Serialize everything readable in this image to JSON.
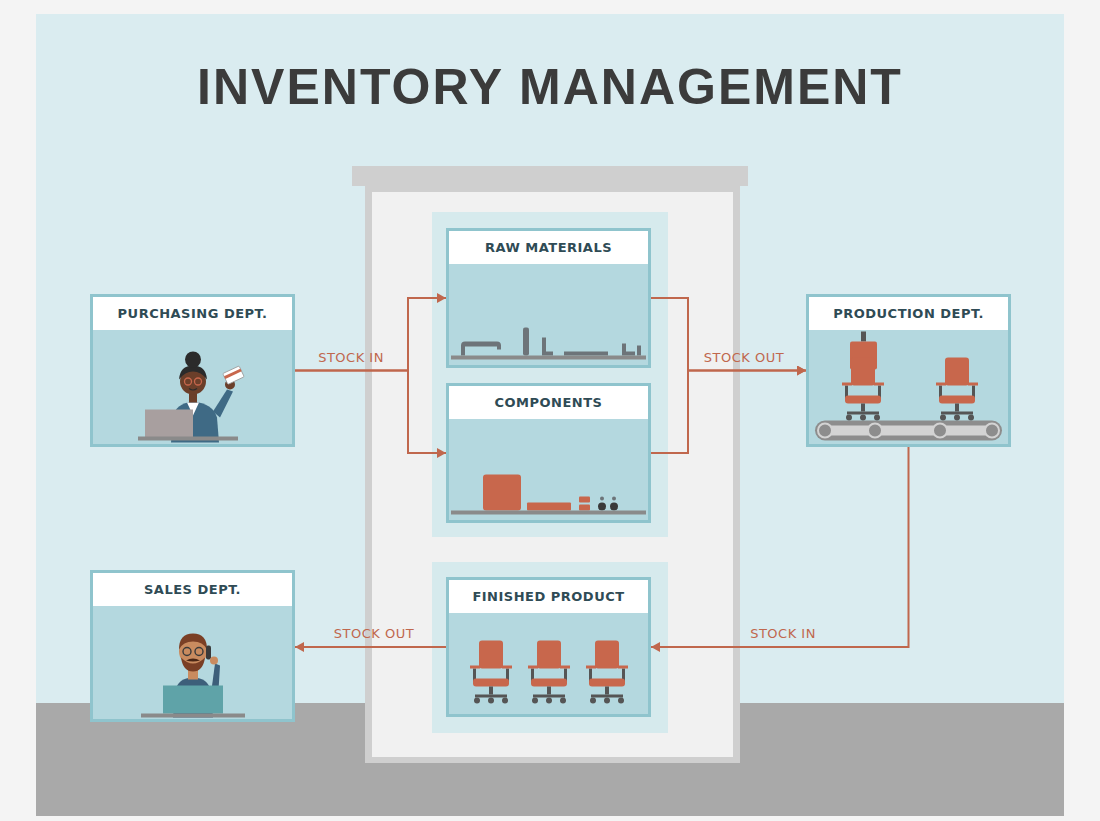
{
  "diagram": {
    "title": "INVENTORY MANAGEMENT",
    "nodes": [
      {
        "text": [
          "PURCHASING DEPT."
        ]
      },
      {
        "text": [
          "RAW MATERIALS"
        ]
      },
      {
        "text": [
          "PRODUCTION DEPT."
        ]
      },
      {
        "text": [
          "COMPONENTS"
        ]
      },
      {
        "text": [
          "SALES DEPT."
        ]
      },
      {
        "text": [
          "FINISHED PRODUCT"
        ]
      }
    ],
    "edges": [
      {
        "from": 0,
        "to": 1,
        "label": "STOCK IN",
        "arrow": "to"
      },
      {
        "from": 0,
        "to": 3,
        "arrow": "to"
      },
      {
        "from": 1,
        "to": 2,
        "label": "STOCK OUT",
        "arrow": "to"
      },
      {
        "from": 3,
        "to": 2,
        "arrow": "to"
      },
      {
        "from": 2,
        "to": 5,
        "label": "STOCK IN",
        "arrow": "to"
      },
      {
        "from": 5,
        "to": 4,
        "label": "STOCK OUT",
        "arrow": "to"
      }
    ]
  }
}
